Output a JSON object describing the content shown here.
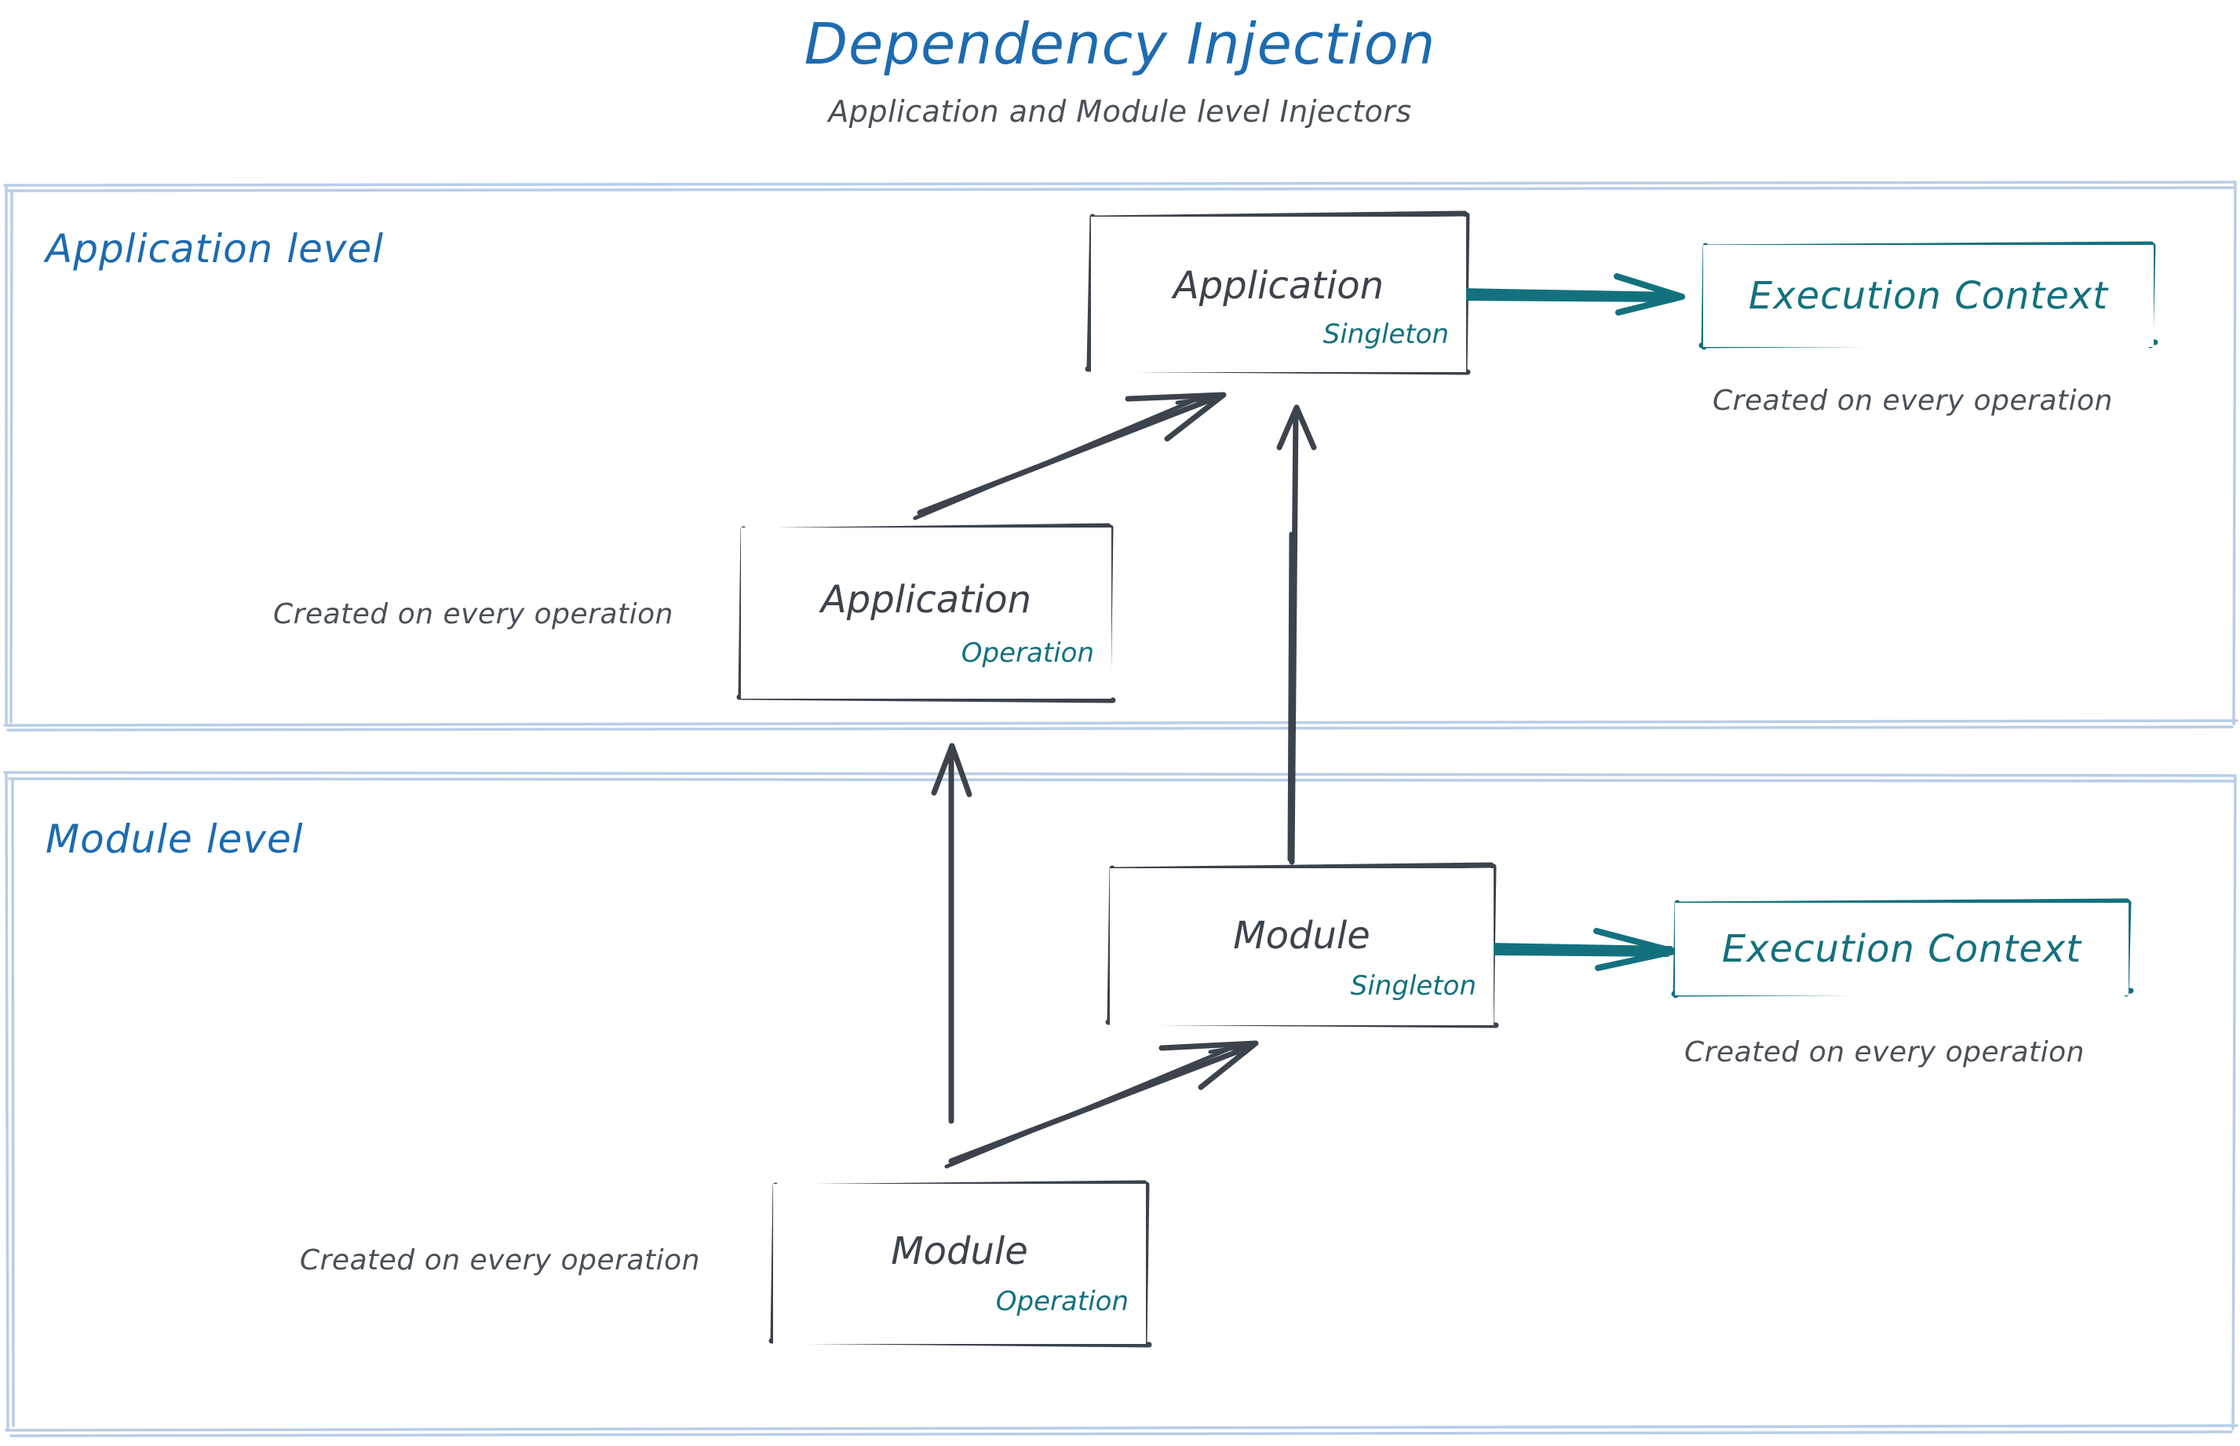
{
  "header": {
    "title": "Dependency Injection",
    "subtitle": "Application and Module level Injectors",
    "title_color": "#1d6bb0",
    "subtitle_color": "#4a5058"
  },
  "colors": {
    "accent_blue": "#1d6bb0",
    "lane_border": "#b9cde6",
    "node_stroke": "#3d434c",
    "teal": "#13717e",
    "caption_gray": "#4a5058"
  },
  "lanes": [
    {
      "id": "application-level",
      "label": "Application level"
    },
    {
      "id": "module-level",
      "label": "Module level"
    }
  ],
  "nodes": {
    "application_singleton": {
      "title": "Application",
      "scope": "Singleton"
    },
    "application_operation": {
      "title": "Application",
      "scope": "Operation"
    },
    "module_singleton": {
      "title": "Module",
      "scope": "Singleton"
    },
    "module_operation": {
      "title": "Module",
      "scope": "Operation"
    },
    "execution_context_application": {
      "title": "Execution Context"
    },
    "execution_context_module": {
      "title": "Execution Context"
    }
  },
  "captions": {
    "exec_ctx_app": "Created on every operation",
    "app_operation": "Created on every operation",
    "exec_ctx_module": "Created on every operation",
    "module_operation": "Created on every operation"
  },
  "edges": [
    {
      "id": "app-singleton-to-exec-ctx",
      "from": "application_singleton",
      "to": "execution_context_application",
      "color": "#13717e",
      "style": "arrow"
    },
    {
      "id": "app-operation-to-app-singleton",
      "from": "application_operation",
      "to": "application_singleton",
      "color": "#3d434c",
      "style": "arrow"
    },
    {
      "id": "module-singleton-to-app-singleton",
      "from": "module_singleton",
      "to": "application_singleton",
      "color": "#3d434c",
      "style": "arrow"
    },
    {
      "id": "module-operation-to-app-operation",
      "from": "module_operation",
      "to": "application_operation",
      "color": "#3d434c",
      "style": "arrow"
    },
    {
      "id": "module-operation-to-module-singleton",
      "from": "module_operation",
      "to": "module_singleton",
      "color": "#3d434c",
      "style": "arrow"
    },
    {
      "id": "module-singleton-to-exec-ctx",
      "from": "module_singleton",
      "to": "execution_context_module",
      "color": "#13717e",
      "style": "arrow"
    }
  ]
}
